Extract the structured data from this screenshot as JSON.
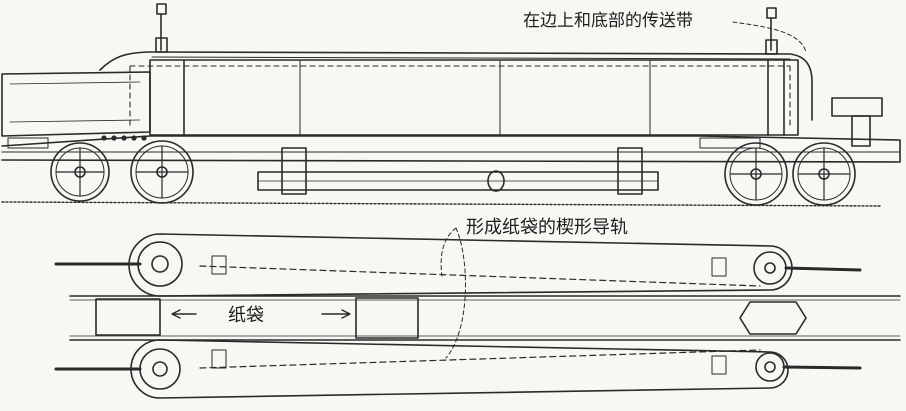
{
  "labels": {
    "top_belts": "在边上和底部的传送带",
    "wedge_rails": "形成纸袋的楔形导轨",
    "paper_bag": "纸袋"
  },
  "colors": {
    "ink": "#2a2a2a",
    "paper": "#f7f7f4"
  }
}
